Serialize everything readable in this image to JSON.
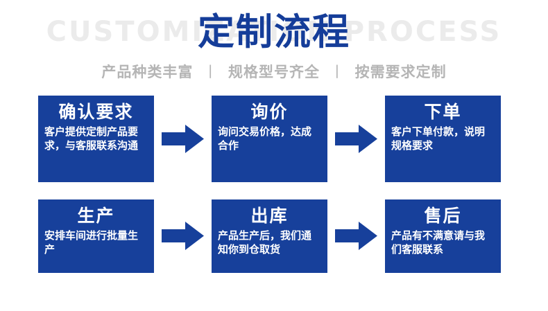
{
  "header": {
    "title_main": "定制流程",
    "title_watermark": "CUSTOMIZATION PROCESS",
    "subtitle_parts": [
      "产品种类丰富",
      "规格型号齐全",
      "按需要求定制"
    ],
    "subtitle_separator": "丨"
  },
  "colors": {
    "brand_blue": "#17409b",
    "title_blue": "#153d99",
    "watermark_gray": "#ebebeb",
    "subtitle_gray": "#b5b5b5",
    "card_text": "#ffffff",
    "page_background": "#ffffff"
  },
  "flow": {
    "rows": [
      {
        "steps": [
          {
            "title": "确认要求",
            "desc": "客户提供定制产品要求，与客服联系沟通"
          },
          {
            "title": "询价",
            "desc": "询问交易价格，达成合作"
          },
          {
            "title": "下单",
            "desc": "客户下单付款，说明规格要求"
          }
        ],
        "arrows": [
          "arrow-right-icon",
          "arrow-right-icon"
        ]
      },
      {
        "steps": [
          {
            "title": "生产",
            "desc": "安排车间进行批量生产"
          },
          {
            "title": "出库",
            "desc": "产品生产后，我们通知你到仓取货"
          },
          {
            "title": "售后",
            "desc": "产品有不满意请与我们客服联系"
          }
        ],
        "arrows": [
          "arrow-right-icon",
          "arrow-right-icon"
        ]
      }
    ]
  }
}
